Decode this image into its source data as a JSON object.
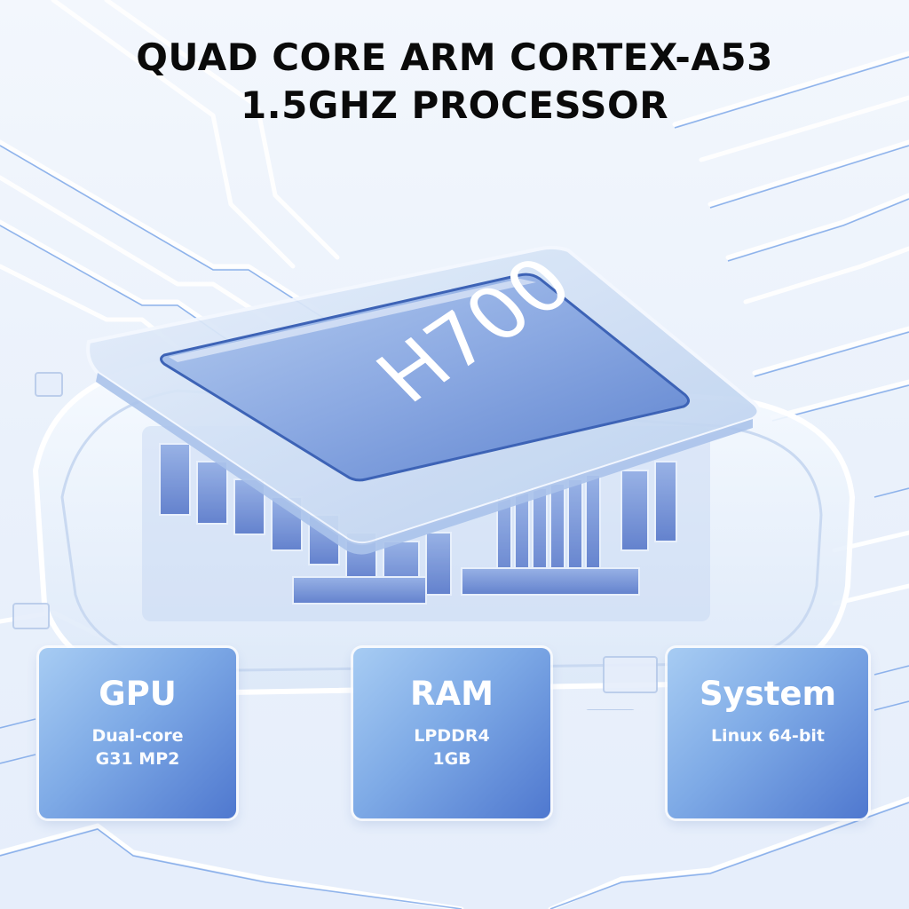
{
  "headline": {
    "line1": "QUAD CORE ARM CORTEX-A53",
    "line2": "1.5GHZ PROCESSOR"
  },
  "chip": {
    "label": "H700",
    "icon": "processor-chip-icon"
  },
  "spec_cards": [
    {
      "title": "GPU",
      "line1": "Dual-core",
      "line2": "G31 MP2"
    },
    {
      "title": "RAM",
      "line1": "LPDDR4",
      "line2": "1GB"
    },
    {
      "title": "System",
      "line1": "Linux 64-bit",
      "line2": ""
    }
  ],
  "colors": {
    "background": "#eef3fb",
    "trace_blue": "#5b8fe0",
    "card_light": "#a7ccf3",
    "card_dark": "#4f78cf",
    "chip_top": "#7d9fdc",
    "headline": "#0a0a0a"
  }
}
